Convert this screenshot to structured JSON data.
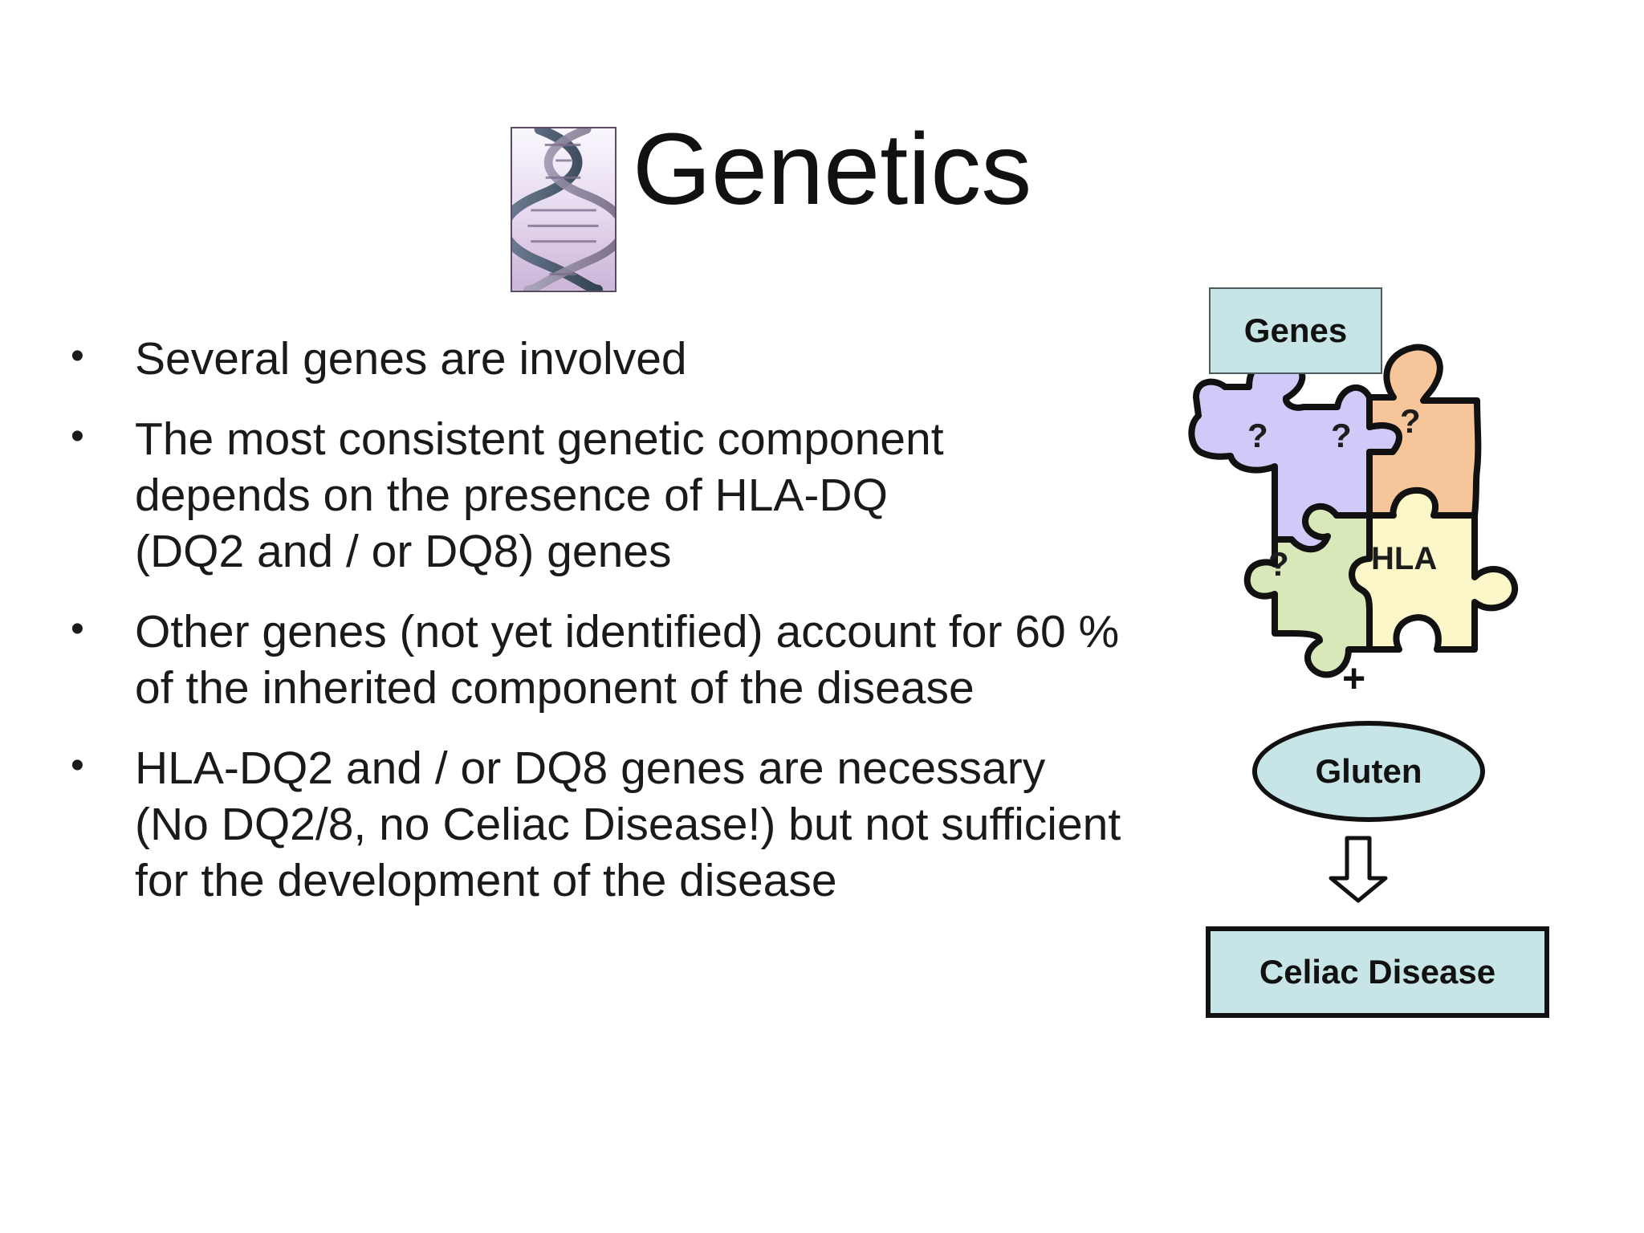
{
  "slide": {
    "title": "Genetics",
    "image_icon": "dna-helix-icon",
    "bullets": [
      [
        "Several genes are involved"
      ],
      [
        "The most consistent genetic component",
        "depends on the presence of HLA-DQ",
        "(DQ2 and / or DQ8) genes"
      ],
      [
        "Other genes (not yet identified) account for 60 %",
        "of the inherited component of the disease"
      ],
      [
        "HLA-DQ2 and / or DQ8 genes are necessary",
        "(No DQ2/8, no Celiac Disease!) but not sufficient",
        "for the development of the disease"
      ]
    ]
  },
  "diagram": {
    "genes_label": "Genes",
    "puzzle_labels": [
      "?",
      "?",
      "?",
      "?",
      "HLA"
    ],
    "plus_label": "+",
    "gluten_label": "Gluten",
    "result_label": "Celiac Disease",
    "arrow_icon": "down-arrow-icon"
  },
  "colors": {
    "box_fill": "#c7e5e6",
    "puzzle_purple": "#cfcaf7",
    "puzzle_orange": "#f7c59a",
    "puzzle_green": "#d8e8b8",
    "puzzle_yellow": "#fbf7c8",
    "outline": "#111111"
  }
}
